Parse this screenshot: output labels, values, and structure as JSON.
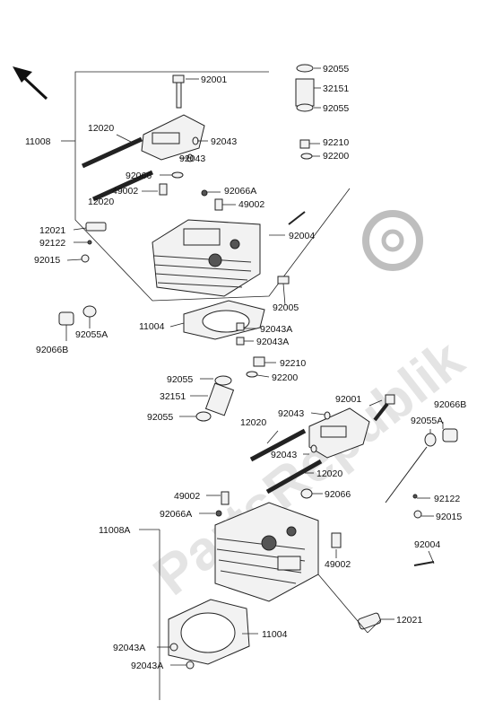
{
  "watermark": "PartsRepublik",
  "direction_arrow": "arrow-up-left-icon",
  "gear_icon": "gear-icon",
  "labels": {
    "l92055_t1": "92055",
    "l32151_t": "32151",
    "l92055_t2": "92055",
    "l92001_t": "92001",
    "l11008": "11008",
    "l12020_t1": "12020",
    "l92043_t1": "92043",
    "l92043_t2": "92043",
    "l92210_t": "92210",
    "l92200_t": "92200",
    "l92066_t": "92066",
    "l12020_t2": "12020",
    "l49002_t1": "49002",
    "l92066A_t": "92066A",
    "l49002_t2": "49002",
    "l12021_t": "12021",
    "l92122_t": "92122",
    "l92004_t": "92004",
    "l92015_t": "92015",
    "l92005": "92005",
    "l92055A_t": "92055A",
    "l92066B_t": "92066B",
    "l11004_t": "11004",
    "l92043A_t1": "92043A",
    "l92043A_t2": "92043A",
    "l92210_b": "92210",
    "l92200_b": "92200",
    "l92055_b1": "92055",
    "l32151_b": "32151",
    "l92055_b2": "92055",
    "l92001_b": "92001",
    "l92066B_b": "92066B",
    "l92043_b1": "92043",
    "l12020_b1": "12020",
    "l92055A_b": "92055A",
    "l92043_b2": "92043",
    "l12020_b2": "12020",
    "l49002_b1": "49002",
    "l92066_b": "92066",
    "l92122_b": "92122",
    "l92066A_b": "92066A",
    "l92015_b": "92015",
    "l11008A": "11008A",
    "l92004_b": "92004",
    "l49002_b2": "49002",
    "l12021_b": "12021",
    "l11004_b": "11004",
    "l92043A_b1": "92043A",
    "l92043A_b2": "92043A"
  }
}
